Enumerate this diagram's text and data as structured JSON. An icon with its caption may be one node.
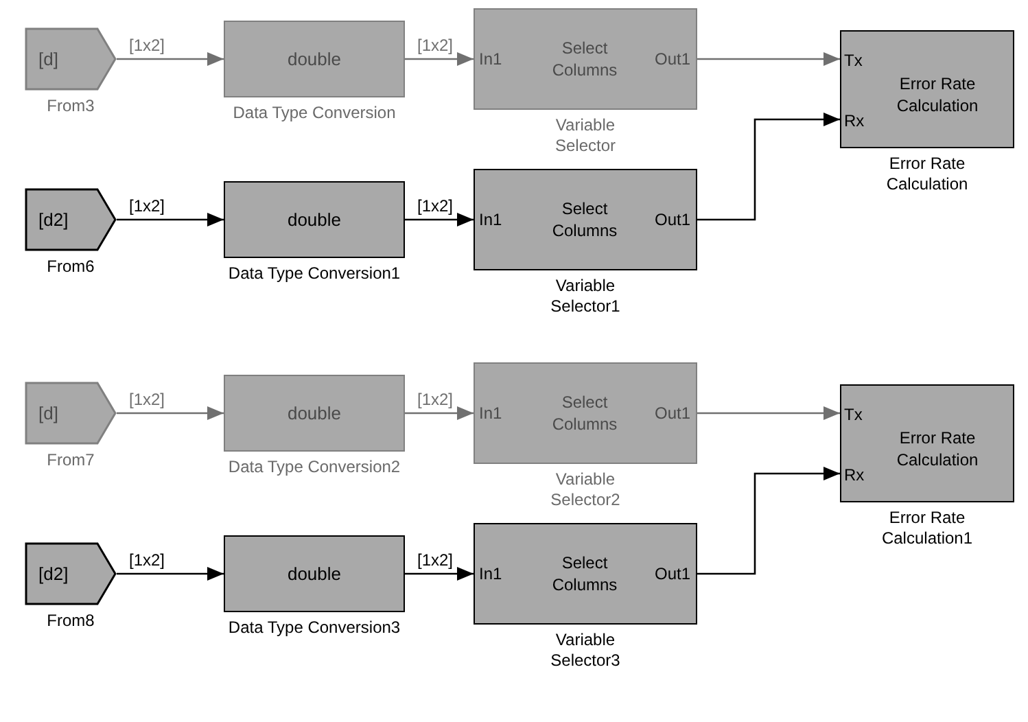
{
  "diagram": {
    "nodes": [
      {
        "text": [
          "[d]"
        ],
        "beside": [
          "From3"
        ]
      },
      {
        "text": [
          "double"
        ],
        "beside": [
          "Data Type Conversion"
        ]
      },
      {
        "text": [
          "In1",
          "Select Columns",
          "Out1"
        ],
        "beside": [
          "Variable Selector"
        ]
      },
      {
        "text": [
          "[d2]"
        ],
        "beside": [
          "From6"
        ]
      },
      {
        "text": [
          "double"
        ],
        "beside": [
          "Data Type Conversion1"
        ]
      },
      {
        "text": [
          "In1",
          "Select Columns",
          "Out1"
        ],
        "beside": [
          "Variable Selector1"
        ]
      },
      {
        "text": [
          "Tx",
          "Rx",
          "Error Rate Calculation"
        ],
        "beside": [
          "Error Rate Calculation"
        ]
      },
      {
        "text": [
          "[d]"
        ],
        "beside": [
          "From7"
        ]
      },
      {
        "text": [
          "double"
        ],
        "beside": [
          "Data Type Conversion2"
        ]
      },
      {
        "text": [
          "In1",
          "Select Columns",
          "Out1"
        ],
        "beside": [
          "Variable Selector2"
        ]
      },
      {
        "text": [
          "[d2]"
        ],
        "beside": [
          "From8"
        ]
      },
      {
        "text": [
          "double"
        ],
        "beside": [
          "Data Type Conversion3"
        ]
      },
      {
        "text": [
          "In1",
          "Select Columns",
          "Out1"
        ],
        "beside": [
          "Variable Selector3"
        ]
      },
      {
        "text": [
          "Tx",
          "Rx",
          "Error Rate Calculation"
        ],
        "beside": [
          "Error Rate Calculation1"
        ]
      }
    ],
    "edges": [
      {
        "from": 0,
        "to": 1,
        "arrow": "to",
        "label": "[1x2]",
        "color": "#707070"
      },
      {
        "from": 1,
        "to": 2,
        "arrow": "to",
        "label": "[1x2]",
        "color": "#707070"
      },
      {
        "from": 2,
        "to": 6,
        "arrow": "to",
        "color": "#707070"
      },
      {
        "from": 3,
        "to": 4,
        "arrow": "to",
        "label": "[1x2]",
        "color": "#000000"
      },
      {
        "from": 4,
        "to": 5,
        "arrow": "to",
        "label": "[1x2]",
        "color": "#000000"
      },
      {
        "from": 5,
        "to": 6,
        "arrow": "to",
        "color": "#000000"
      },
      {
        "from": 7,
        "to": 8,
        "arrow": "to",
        "label": "[1x2]",
        "color": "#707070"
      },
      {
        "from": 8,
        "to": 9,
        "arrow": "to",
        "label": "[1x2]",
        "color": "#707070"
      },
      {
        "from": 9,
        "to": 13,
        "arrow": "to",
        "color": "#707070"
      },
      {
        "from": 10,
        "to": 11,
        "arrow": "to",
        "label": "[1x2]",
        "color": "#000000"
      },
      {
        "from": 11,
        "to": 12,
        "arrow": "to",
        "label": "[1x2]",
        "color": "#000000"
      },
      {
        "from": 12,
        "to": 13,
        "arrow": "to",
        "color": "#000000"
      }
    ]
  }
}
